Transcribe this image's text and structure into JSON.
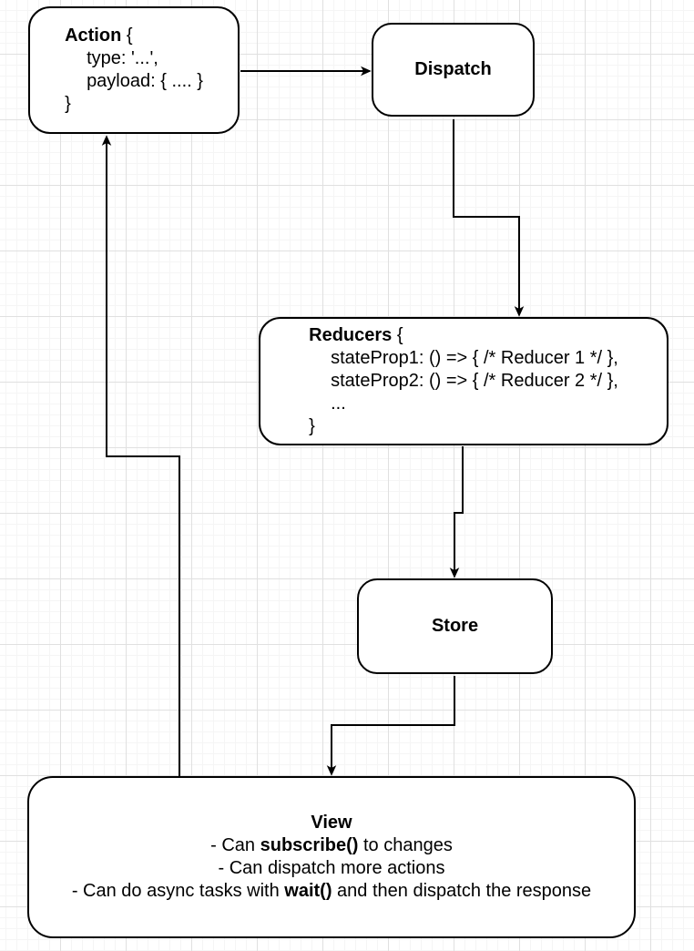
{
  "diagram": {
    "colors": {
      "background": "#ffffff",
      "grid_minor": "#f5f5f5",
      "grid_major": "#e0e0e0",
      "node_fill": "#ffffff",
      "node_stroke": "#000000",
      "connector": "#000000",
      "text": "#000000"
    },
    "nodes": {
      "action": {
        "title": "Action",
        "brace_open": " {",
        "lines": [
          "type: '...',",
          "payload: { .... }"
        ],
        "brace_close": "}"
      },
      "dispatch": {
        "label": "Dispatch"
      },
      "reducers": {
        "title": "Reducers",
        "brace_open": " {",
        "lines": [
          "stateProp1: () => { /* Reducer 1 */ },",
          "stateProp2: () => { /* Reducer 2 */ },",
          "..."
        ],
        "brace_close": "}"
      },
      "store": {
        "label": "Store"
      },
      "view": {
        "title": "View",
        "bullet1_pre": "- Can ",
        "bullet1_bold": "subscribe()",
        "bullet1_post": " to changes",
        "bullet2": "- Can dispatch more actions",
        "bullet3_pre": "- Can do async tasks with ",
        "bullet3_bold": "wait()",
        "bullet3_post": " and then dispatch the response"
      }
    }
  }
}
